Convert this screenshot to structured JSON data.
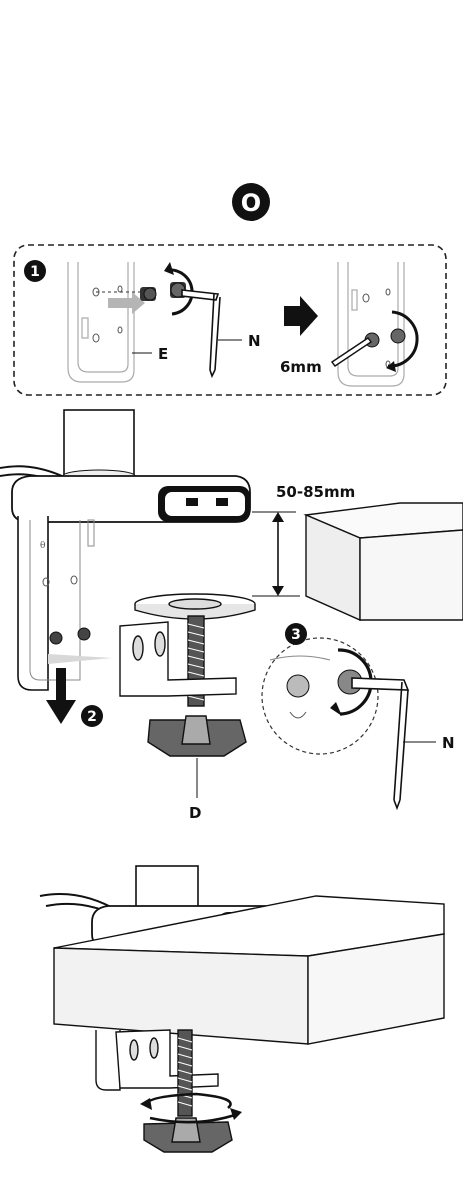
{
  "step_badge": "O",
  "step1": {
    "number": "1",
    "label_E": "E",
    "label_N": "N",
    "hex_size": "6mm"
  },
  "step2": {
    "number": "2",
    "range": "50-85mm",
    "label_D": "D"
  },
  "step3": {
    "number": "3",
    "label_N": "N"
  },
  "colors": {
    "ink": "#111111",
    "line": "#333333",
    "gray": "#b5b5b5",
    "light": "#f2f2f2",
    "mid": "#dcdcdc"
  }
}
